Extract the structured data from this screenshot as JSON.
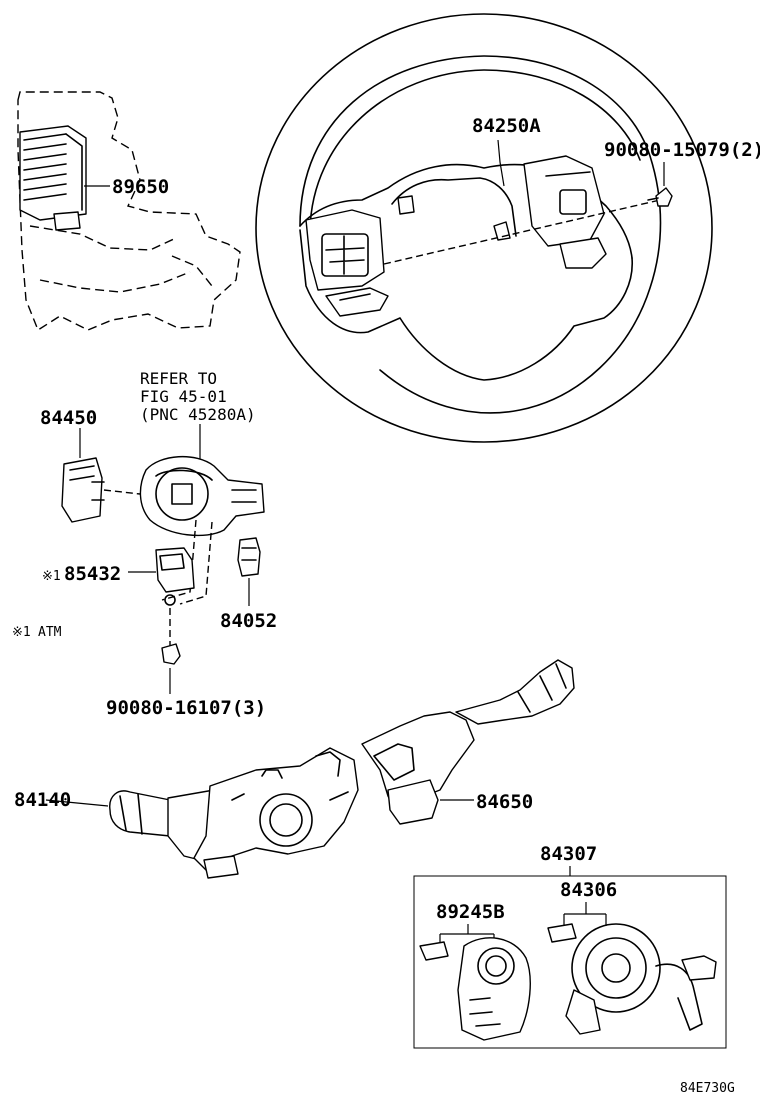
{
  "labels": {
    "p89650": "89650",
    "p84250a": "84250A",
    "p90080_15079": "90080-15079(2)",
    "refer_line1": "REFER TO",
    "refer_line2": "FIG 45-01",
    "refer_line3": "(PNC 45280A)",
    "p84450": "84450",
    "p85432_mark": "※1",
    "p85432": "85432",
    "p84052": "84052",
    "note_mark": "※1",
    "note_text": "ATM",
    "p90080_16107": "90080-16107(3)",
    "p84140": "84140",
    "p84650": "84650",
    "p84307": "84307",
    "p84306": "84306",
    "p89245b": "89245B",
    "figure_code": "84E730G"
  }
}
